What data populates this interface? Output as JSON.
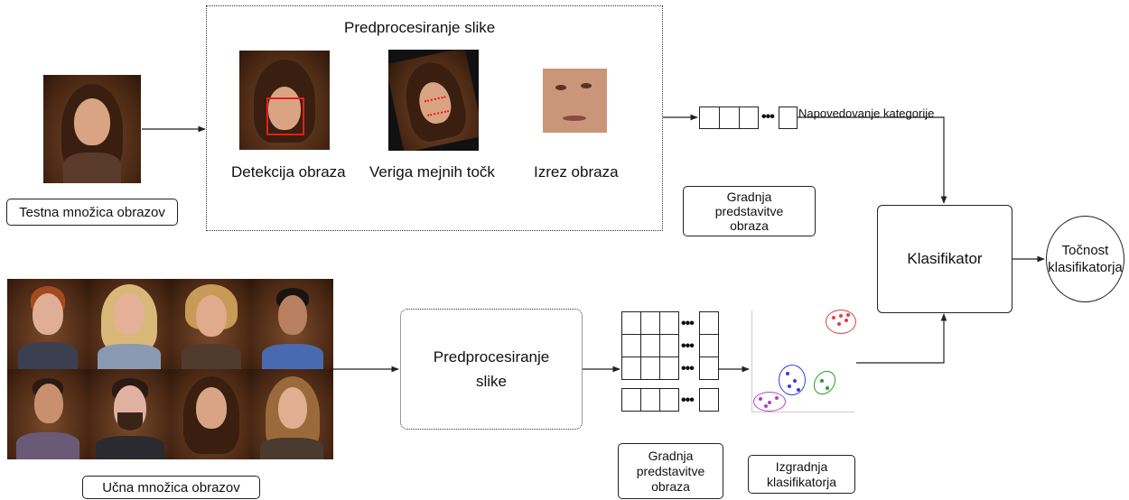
{
  "preprocessing": {
    "title": "Predprocesiranje slike",
    "steps": [
      "Detekcija obraza",
      "Veriga mejnih točk",
      "Izrez obraza"
    ]
  },
  "test_set_label": "Testna množica obrazov",
  "train_set_label": "Učna množica obrazov",
  "preproc_box_lines": [
    "Predprocesiranje",
    "slike"
  ],
  "predict_label": "Napovedovanje kategorije",
  "build_repr_top_lines": [
    "Gradnja",
    "predstavitve",
    "obraza"
  ],
  "build_repr_bottom_lines": [
    "Gradnja",
    "predstavitve",
    "obraza"
  ],
  "build_classifier_lines": [
    "Izgradnja",
    "klasifikatorja"
  ],
  "classifier_label": "Klasifikator",
  "accuracy_lines": [
    "Točnost",
    "klasifikatorja"
  ],
  "colors": {
    "line": "#222222",
    "detection_box": "#e0201a",
    "landmarks": "#ff1010",
    "cluster_red": "#e04040",
    "cluster_blue": "#3a3ae0",
    "cluster_green": "#2a9a2a",
    "cluster_purple": "#b040c0"
  }
}
